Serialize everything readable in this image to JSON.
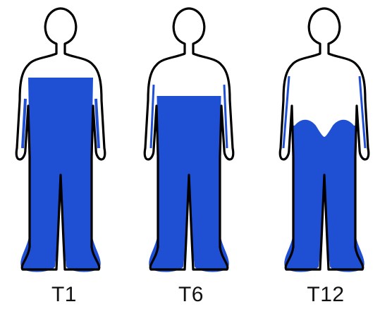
{
  "colors": {
    "outline": "#000000",
    "fill": "#1f4fd3",
    "background": "#ffffff"
  },
  "figures": [
    {
      "label": "T1"
    },
    {
      "label": "T6"
    },
    {
      "label": "T12"
    }
  ]
}
